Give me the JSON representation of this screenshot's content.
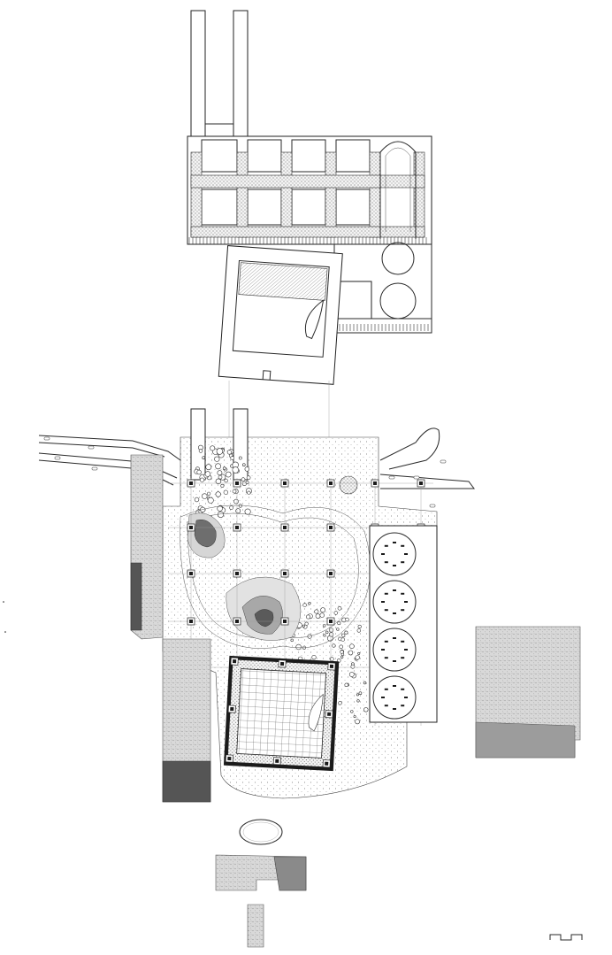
{
  "drawing": {
    "kind": "architectural-site-plan",
    "style": "monochrome-line-drawing",
    "colors": {
      "ink": "#1a1a1a",
      "paper": "#ffffff",
      "hatch": "#8a8a8a"
    },
    "elements": [
      "upper-building-complex",
      "square-courtyard-building",
      "central-landscape-plaza",
      "contour-hill",
      "circular-pavilions",
      "grid-square-building",
      "left-linear-block",
      "right-textured-block",
      "oval-ring",
      "lower-block",
      "scale-bar"
    ]
  }
}
